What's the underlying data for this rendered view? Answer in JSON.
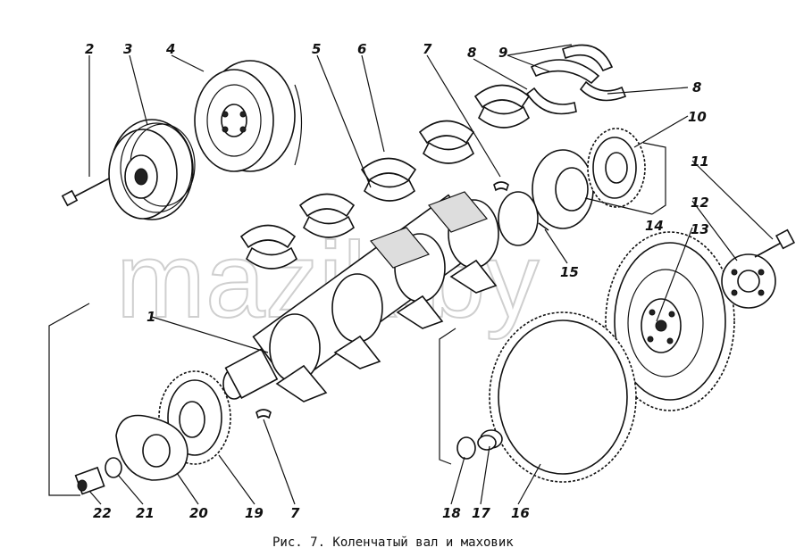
{
  "diagram": {
    "caption": "Рис. 7. Коленчатый вал и маховик",
    "watermark": "mazik.by",
    "labels": {
      "n1": "1",
      "n2": "2",
      "n3": "3",
      "n4": "4",
      "n5": "5",
      "n6": "6",
      "n7a": "7",
      "n7b": "7",
      "n8a": "8",
      "n8b": "8",
      "n9": "9",
      "n10": "10",
      "n11": "11",
      "n12": "12",
      "n13": "13",
      "n14": "14",
      "n15": "15",
      "n16": "16",
      "n17": "17",
      "n18": "18",
      "n19": "19",
      "n20": "20",
      "n21": "21",
      "n22": "22"
    }
  }
}
